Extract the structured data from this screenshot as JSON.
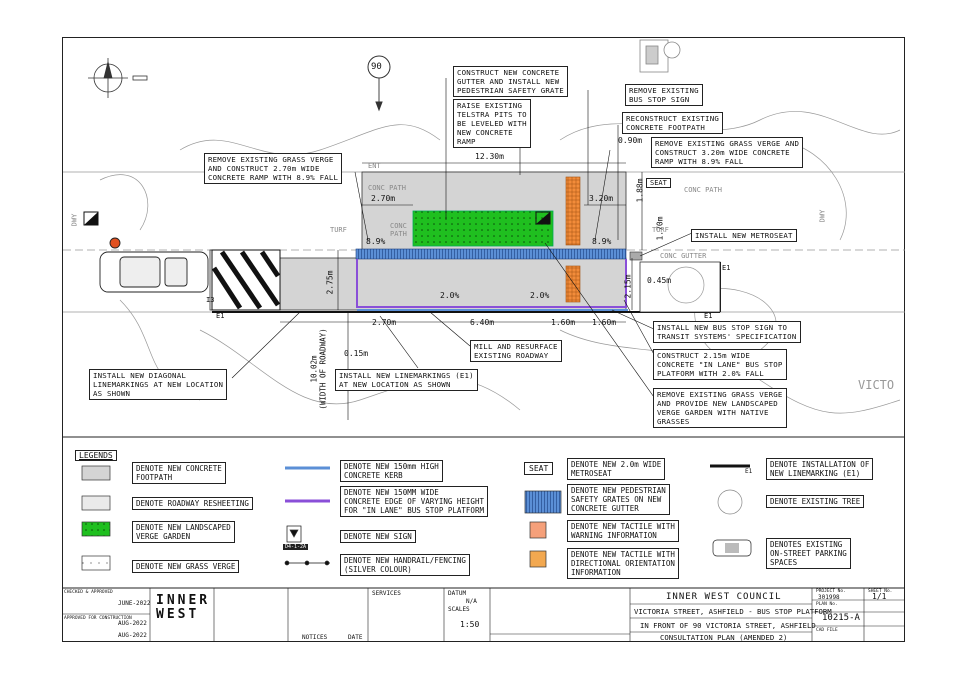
{
  "plan": {
    "notes": {
      "construct_gutter": "CONSTRUCT NEW CONCRETE\nGUTTER AND INSTALL NEW\nPEDESTRIAN SAFETY GRATE",
      "raise_telstra": "RAISE EXISTING\nTELSTRA PITS TO\nBE LEVELED WITH\nNEW CONCRETE\nRAMP",
      "remove_sign": "REMOVE EXISTING\nBUS STOP SIGN",
      "reconstruct_footpath": "RECONSTRUCT EXISTING\nCONCRETE FOOTPATH",
      "remove_verge_left": "REMOVE EXISTING GRASS VERGE\nAND CONSTRUCT 2.70m WIDE\nCONCRETE RAMP WITH 8.9% FALL",
      "remove_verge_right": "REMOVE EXISTING GRASS VERGE AND\nCONSTRUCT 3.20m WIDE CONCRETE\nRAMP WITH 8.9% FALL",
      "install_metroseat": "INSTALL NEW METROSEAT",
      "install_diagonal": "INSTALL NEW DIAGONAL\nLINEMARKINGS AT NEW LOCATION\nAS SHOWN",
      "install_linemarkings": "INSTALL NEW LINEMARKINGS (E1)\nAT NEW LOCATION AS SHOWN",
      "mill_resurface": "MILL AND RESURFACE\nEXISTING ROADWAY",
      "install_bus_sign": "INSTALL NEW BUS STOP SIGN TO\nTRANSIT SYSTEMS' SPECIFICATION",
      "construct_platform": "CONSTRUCT 2.15m WIDE\nCONCRETE \"IN LANE\" BUS STOP\nPLATFORM WITH 2.0% FALL",
      "remove_verge_garden": "REMOVE EXISTING GRASS VERGE\nAND PROVIDE NEW LANDSCAPED\nVERGE GARDEN WITH NATIVE\nGRASSES"
    },
    "dims": {
      "overall": "12.30m",
      "left_ramp": "2.70m",
      "right_ramp": "3.20m",
      "d090": "0.90m",
      "d188": "1.88m",
      "d170": "1.70m",
      "d215": "2.15m",
      "d045": "0.45m",
      "d275": "2.75m",
      "bot_270": "2.70m",
      "bot_640": "6.40m",
      "bot_160a": "1.60m",
      "bot_160b": "1.60m",
      "d015": "0.15m",
      "d1002": "10.02m\n(WIDTH OF ROADWAY)",
      "pct_left": "8.9%",
      "pct_right": "8.9%",
      "fall_1": "2.0%",
      "fall_2": "2.0%"
    },
    "labels": {
      "conc_path_left": "CONC PATH",
      "conc_path_right": "CONC PATH",
      "conc_path_small": "CONC\nPATH",
      "turf_left": "TURF",
      "turf_right": "TURF",
      "ent": "ENT",
      "seat": "SEAT",
      "conc_gutter": "CONC GUTTER",
      "dwy_left": "DWY",
      "dwy_right": "DWY",
      "e1_a": "E1",
      "e1_b": "E1",
      "e1_c": "E1",
      "i3": "I3",
      "speed": "90",
      "victo": "VICTO"
    }
  },
  "legend": {
    "title": "LEGENDS",
    "items": [
      "DENOTE NEW CONCRETE\nFOOTPATH",
      "DENOTE ROADWAY RESHEETING",
      "DENOTE NEW LANDSCAPED\nVERGE GARDEN",
      "DENOTE NEW GRASS VERGE",
      "DENOTE NEW 150mm HIGH\nCONCRETE KERB",
      "DENOTE NEW 150MM WIDE\nCONCRETE EDGE OF VARYING HEIGHT\nFOR \"IN LANE\" BUS STOP PLATFORM",
      "DENOTE NEW SIGN",
      "DENOTE NEW HANDRAIL/FENCING\n(SILVER COLOUR)",
      "DENOTE NEW 2.0m WIDE\nMETROSEAT",
      "DENOTE NEW PEDESTRIAN\nSAFETY GRATES ON NEW\nCONCRETE GUTTER",
      "DENOTE NEW TACTILE WITH\nWARNING INFORMATION",
      "DENOTE NEW TACTILE WITH\nDIRECTIONAL ORIENTATION\nINFORMATION",
      "DENOTE INSTALLATION OF\nNEW LINEMARKING (E1)",
      "DENOTE EXISTING TREE",
      "DENOTES EXISTING\nON-STREET PARKING\nSPACES"
    ],
    "seat_symbol": "SEAT",
    "sign_code": "D4-1-2A",
    "e1_mark": "E1"
  },
  "title_block": {
    "council": "INNER WEST COUNCIL",
    "project_title": "VICTORIA STREET, ASHFIELD - BUS STOP PLATFORM",
    "location": "IN FRONT OF 90 VICTORIA STREET, ASHFIELD",
    "plan_status": "CONSULTATION PLAN (AMENDED 2)",
    "project_no_label": "PROJECT No.",
    "project_no": "301998",
    "sheet_no_label": "SHEET No.",
    "sheet_no": "1/1",
    "plan_no_label": "PLAN No.",
    "plan_no": "10215-A",
    "cad_file": "CAD FILE",
    "datum_label": "DATUM",
    "datum_value": "N/A",
    "scales_label": "SCALES",
    "scale_value": "1:50",
    "checked": "CHECKED & APPROVED",
    "approved": "APPROVED FOR CONSTRUCTION",
    "logo": "INNER\nWEST",
    "date1": "JUNE-2022",
    "date2": "AUG-2022",
    "date3": "AUG-2022",
    "services": "SERVICES",
    "notices": "NOTICES",
    "date_label": "DATE"
  },
  "colors": {
    "concrete": "#d4d4d4",
    "garden": "#1fbf1f",
    "kerb_blue": "#5b8fd6",
    "edge_purple": "#8a4fd8",
    "tactile_orange": "#f28c3a",
    "tactile_warning": "#f5a07a"
  }
}
